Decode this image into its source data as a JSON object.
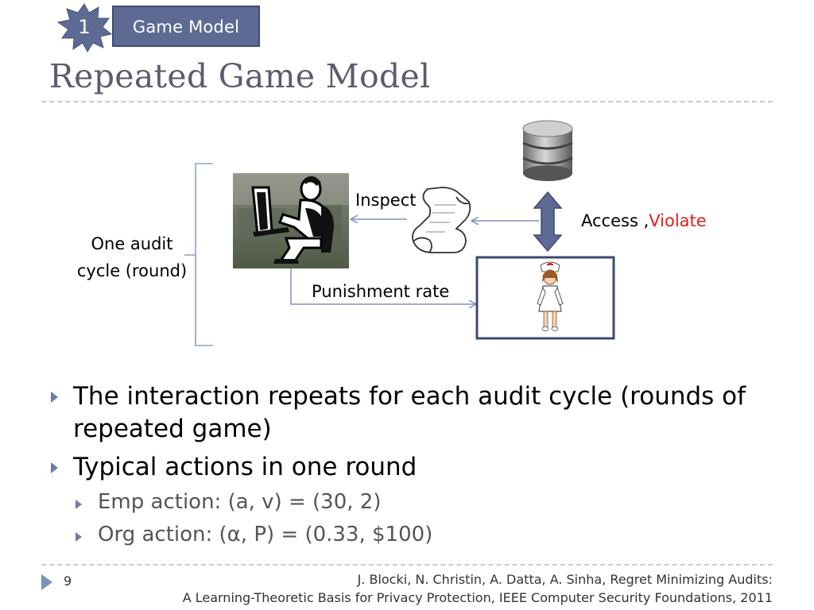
{
  "header": {
    "badge_number": "1",
    "section_tab": "Game Model"
  },
  "slide": {
    "title": "Repeated Game Model"
  },
  "diagram": {
    "round_label_line1": "One audit",
    "round_label_line2": "cycle (round)",
    "inspect_label": "Inspect",
    "access_label": "Access ,",
    "violate_label": "Violate",
    "punishment_label": "Punishment rate",
    "colors": {
      "violate": "#e02020",
      "arrow": "#8090c0",
      "box_border": "#3f4a6f",
      "double_arrow": "#5d6b94"
    },
    "icons": [
      "auditor-at-computer-icon",
      "audit-log-scroll-icon",
      "database-icon",
      "nurse-icon"
    ]
  },
  "bullets": [
    {
      "text": "The interaction repeats for each audit cycle (rounds of",
      "text_cont": "repeated game)"
    },
    {
      "text": "Typical actions in one round",
      "sub": [
        "Emp action: (a, v) = (30, 2)",
        "Org action: (α, P) = (0.33, $100)"
      ]
    }
  ],
  "footer": {
    "page_number": "9",
    "citation_line1": "J. Blocki, N. Christin, A. Datta, A. Sinha, Regret Minimizing Audits:",
    "citation_line2": "A Learning-Theoretic Basis for Privacy Protection, IEEE Computer Security Foundations, 2011"
  }
}
